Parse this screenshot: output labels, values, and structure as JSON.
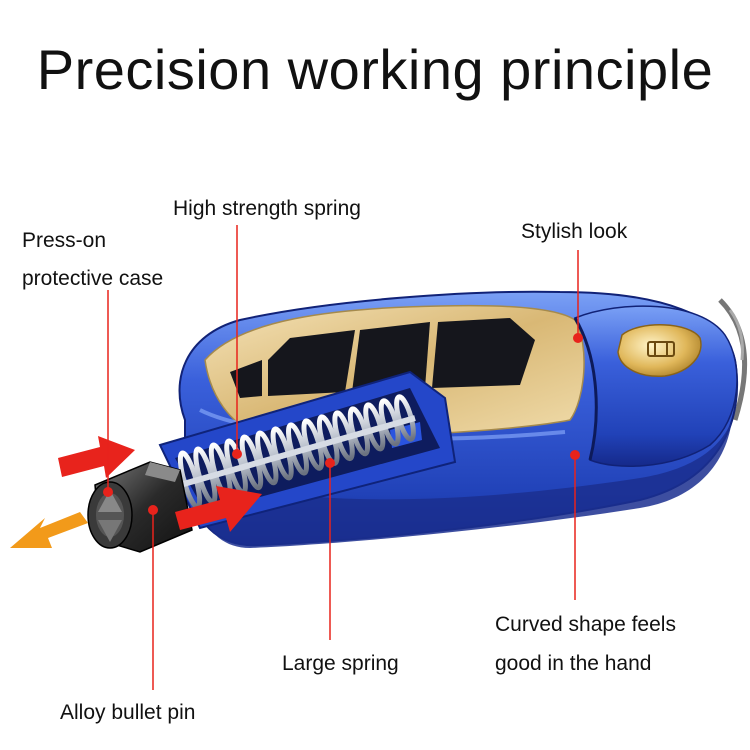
{
  "title": "Precision working principle",
  "labels": {
    "high_strength_spring": "High strength spring",
    "press_on_line1": "Press-on",
    "press_on_line2": "protective case",
    "stylish_look": "Stylish look",
    "curved_line1": "Curved shape feels",
    "curved_line2": "good in the hand",
    "large_spring": "Large spring",
    "alloy_bullet_pin": "Alloy bullet pin"
  },
  "colors": {
    "body_blue": "#2f55d4",
    "body_blue_dark": "#18309a",
    "body_blue_light": "#6f95f2",
    "gold": "#e2c487",
    "leader_line": "#e8231c",
    "press_arrow": "#e8231c",
    "eject_arrow": "#f29a1a"
  }
}
